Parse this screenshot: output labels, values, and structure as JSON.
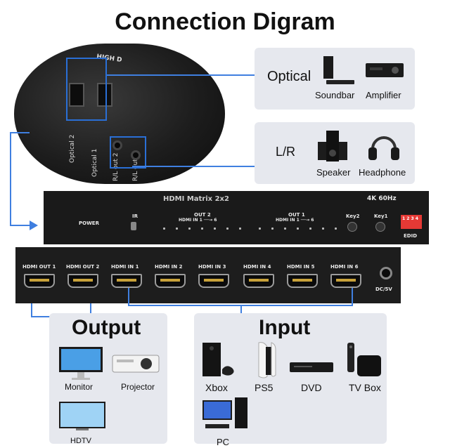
{
  "title": "Connection Digram",
  "zoom_labels": {
    "optical2": "Optical 2",
    "optical1": "Optical 1",
    "rl_out2": "R/L out 2",
    "rl_out1": "R/L out 1",
    "high": "HIGH D"
  },
  "optical_box": {
    "label": "Optical",
    "devices": [
      "Soundbar",
      "Amplifier"
    ]
  },
  "lr_box": {
    "label": "L/R",
    "devices": [
      "Speaker",
      "Headphone"
    ]
  },
  "matrix_top": {
    "banner": "HDMI Matrix 2x2",
    "spec": "4K 60Hz",
    "power": "POWER",
    "ir": "IR",
    "out2": "OUT 2",
    "out1": "OUT 1",
    "out_sub": "HDMI IN 1 ──→ 6",
    "key2": "Key2",
    "key1": "Key1",
    "edid": "EDID",
    "dip": "1 2 3 4"
  },
  "matrix_front": {
    "ports": [
      "HDMI OUT 1",
      "HDMI OUT 2",
      "HDMI IN 1",
      "HDMI IN 2",
      "HDMI IN 3",
      "HDMI IN 4",
      "HDMI IN 5",
      "HDMI IN 6"
    ],
    "dc": "DC/5V"
  },
  "output_box": {
    "title": "Output",
    "devices": [
      "Monitor",
      "Projector",
      "HDTV"
    ]
  },
  "input_box": {
    "title": "Input",
    "devices": [
      "Xbox",
      "PS5",
      "DVD",
      "TV Box",
      "PC"
    ]
  },
  "colors": {
    "accent": "#2a6fd6",
    "box_bg": "#e6e8ee",
    "dip": "#e53935"
  }
}
